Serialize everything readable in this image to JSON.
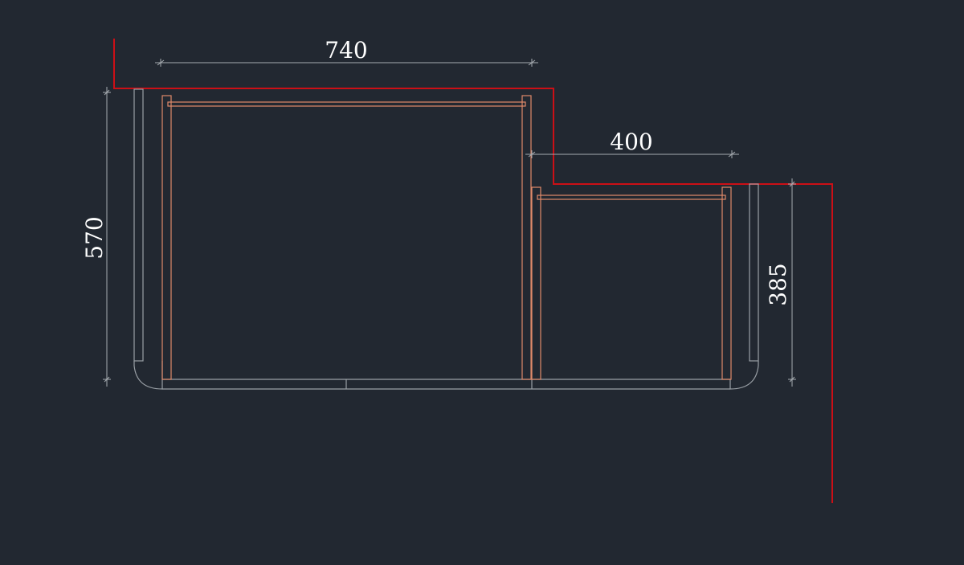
{
  "colors": {
    "background": "#222831",
    "wall": "#cc0f16",
    "panel": "#e08a6a",
    "outline": "#9aa0a6",
    "dimension": "#a7acb1",
    "text": "#ffffff"
  },
  "dimensions": {
    "upper_width": "740",
    "lower_width": "400",
    "total_height": "570",
    "lower_height": "385"
  }
}
